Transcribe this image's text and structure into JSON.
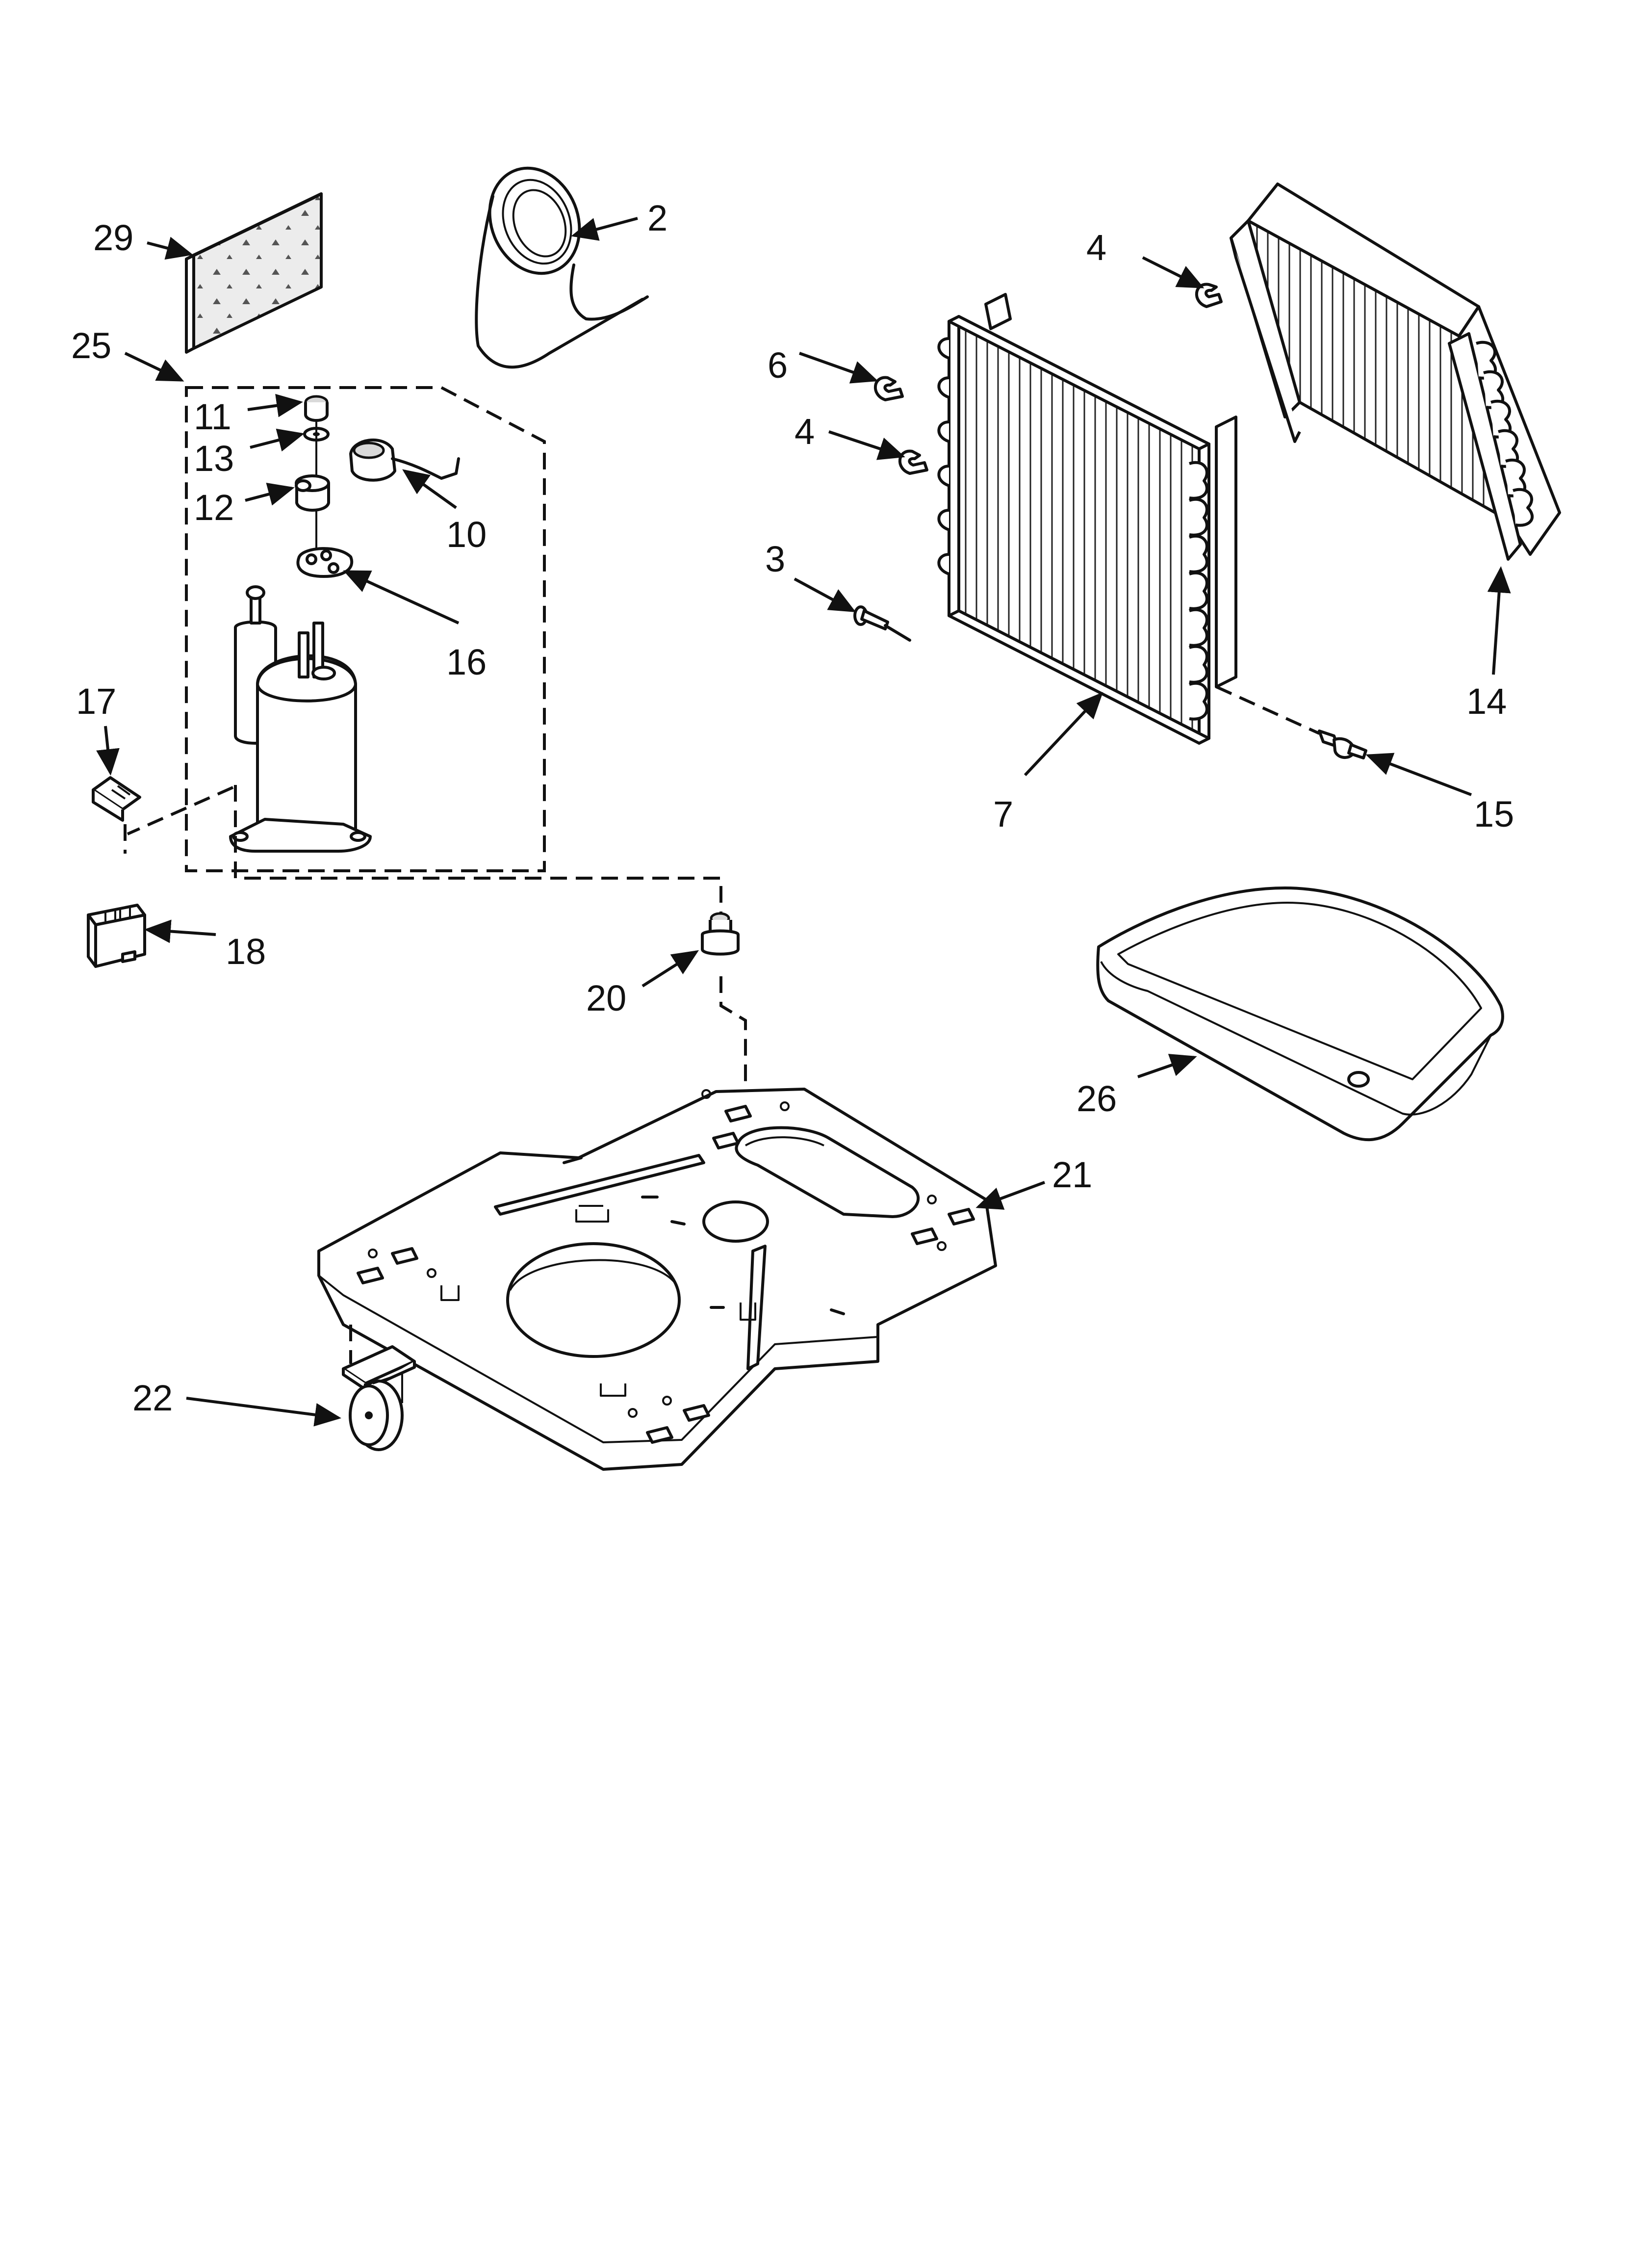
{
  "diagram": {
    "callouts": [
      {
        "id": "29",
        "text": "29"
      },
      {
        "id": "2",
        "text": "2"
      },
      {
        "id": "25",
        "text": "25"
      },
      {
        "id": "11",
        "text": "11"
      },
      {
        "id": "13",
        "text": "13"
      },
      {
        "id": "12",
        "text": "12"
      },
      {
        "id": "10",
        "text": "10"
      },
      {
        "id": "16",
        "text": "16"
      },
      {
        "id": "17",
        "text": "17"
      },
      {
        "id": "18",
        "text": "18"
      },
      {
        "id": "20",
        "text": "20"
      },
      {
        "id": "4a",
        "text": "4"
      },
      {
        "id": "6",
        "text": "6"
      },
      {
        "id": "4b",
        "text": "4"
      },
      {
        "id": "3",
        "text": "3"
      },
      {
        "id": "7",
        "text": "7"
      },
      {
        "id": "14",
        "text": "14"
      },
      {
        "id": "15",
        "text": "15"
      },
      {
        "id": "26",
        "text": "26"
      },
      {
        "id": "21",
        "text": "21"
      },
      {
        "id": "22",
        "text": "22"
      }
    ]
  }
}
